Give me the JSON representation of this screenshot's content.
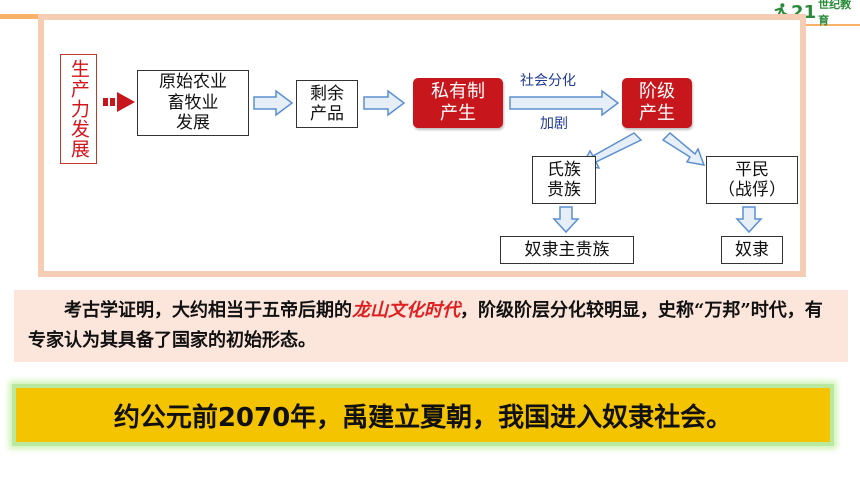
{
  "logo": {
    "brand": "21",
    "sub": "世纪教育"
  },
  "diagram": {
    "productivity": "生产力发展",
    "agri": "原始农业\n畜牧业\n发展",
    "surplus": "剩余\n产品",
    "private": "私有制\n产生",
    "class": "阶级\n产生",
    "label_top": "社会分化",
    "label_bottom": "加剧",
    "nobility": "氏族\n贵族",
    "commoner": "平民\n（战俘）",
    "slave_owner": "奴隶主贵族",
    "slave": "奴隶"
  },
  "text": {
    "before": "考古学证明，大约相当于五帝后期的",
    "highlight": "龙山文化时代",
    "after": "，阶级阶层分化较明显，史称“万邦”时代，有专家认为其具备了国家的初始形态。"
  },
  "banner": "约公元前2070年，禹建立夏朝，我国进入奴隶社会。",
  "colors": {
    "red_box": "#c8161d",
    "frame": "#f5cdb4",
    "banner": "#f5c400",
    "arrow_fill": "#e6eef8",
    "arrow_stroke": "#5b8fd0"
  }
}
